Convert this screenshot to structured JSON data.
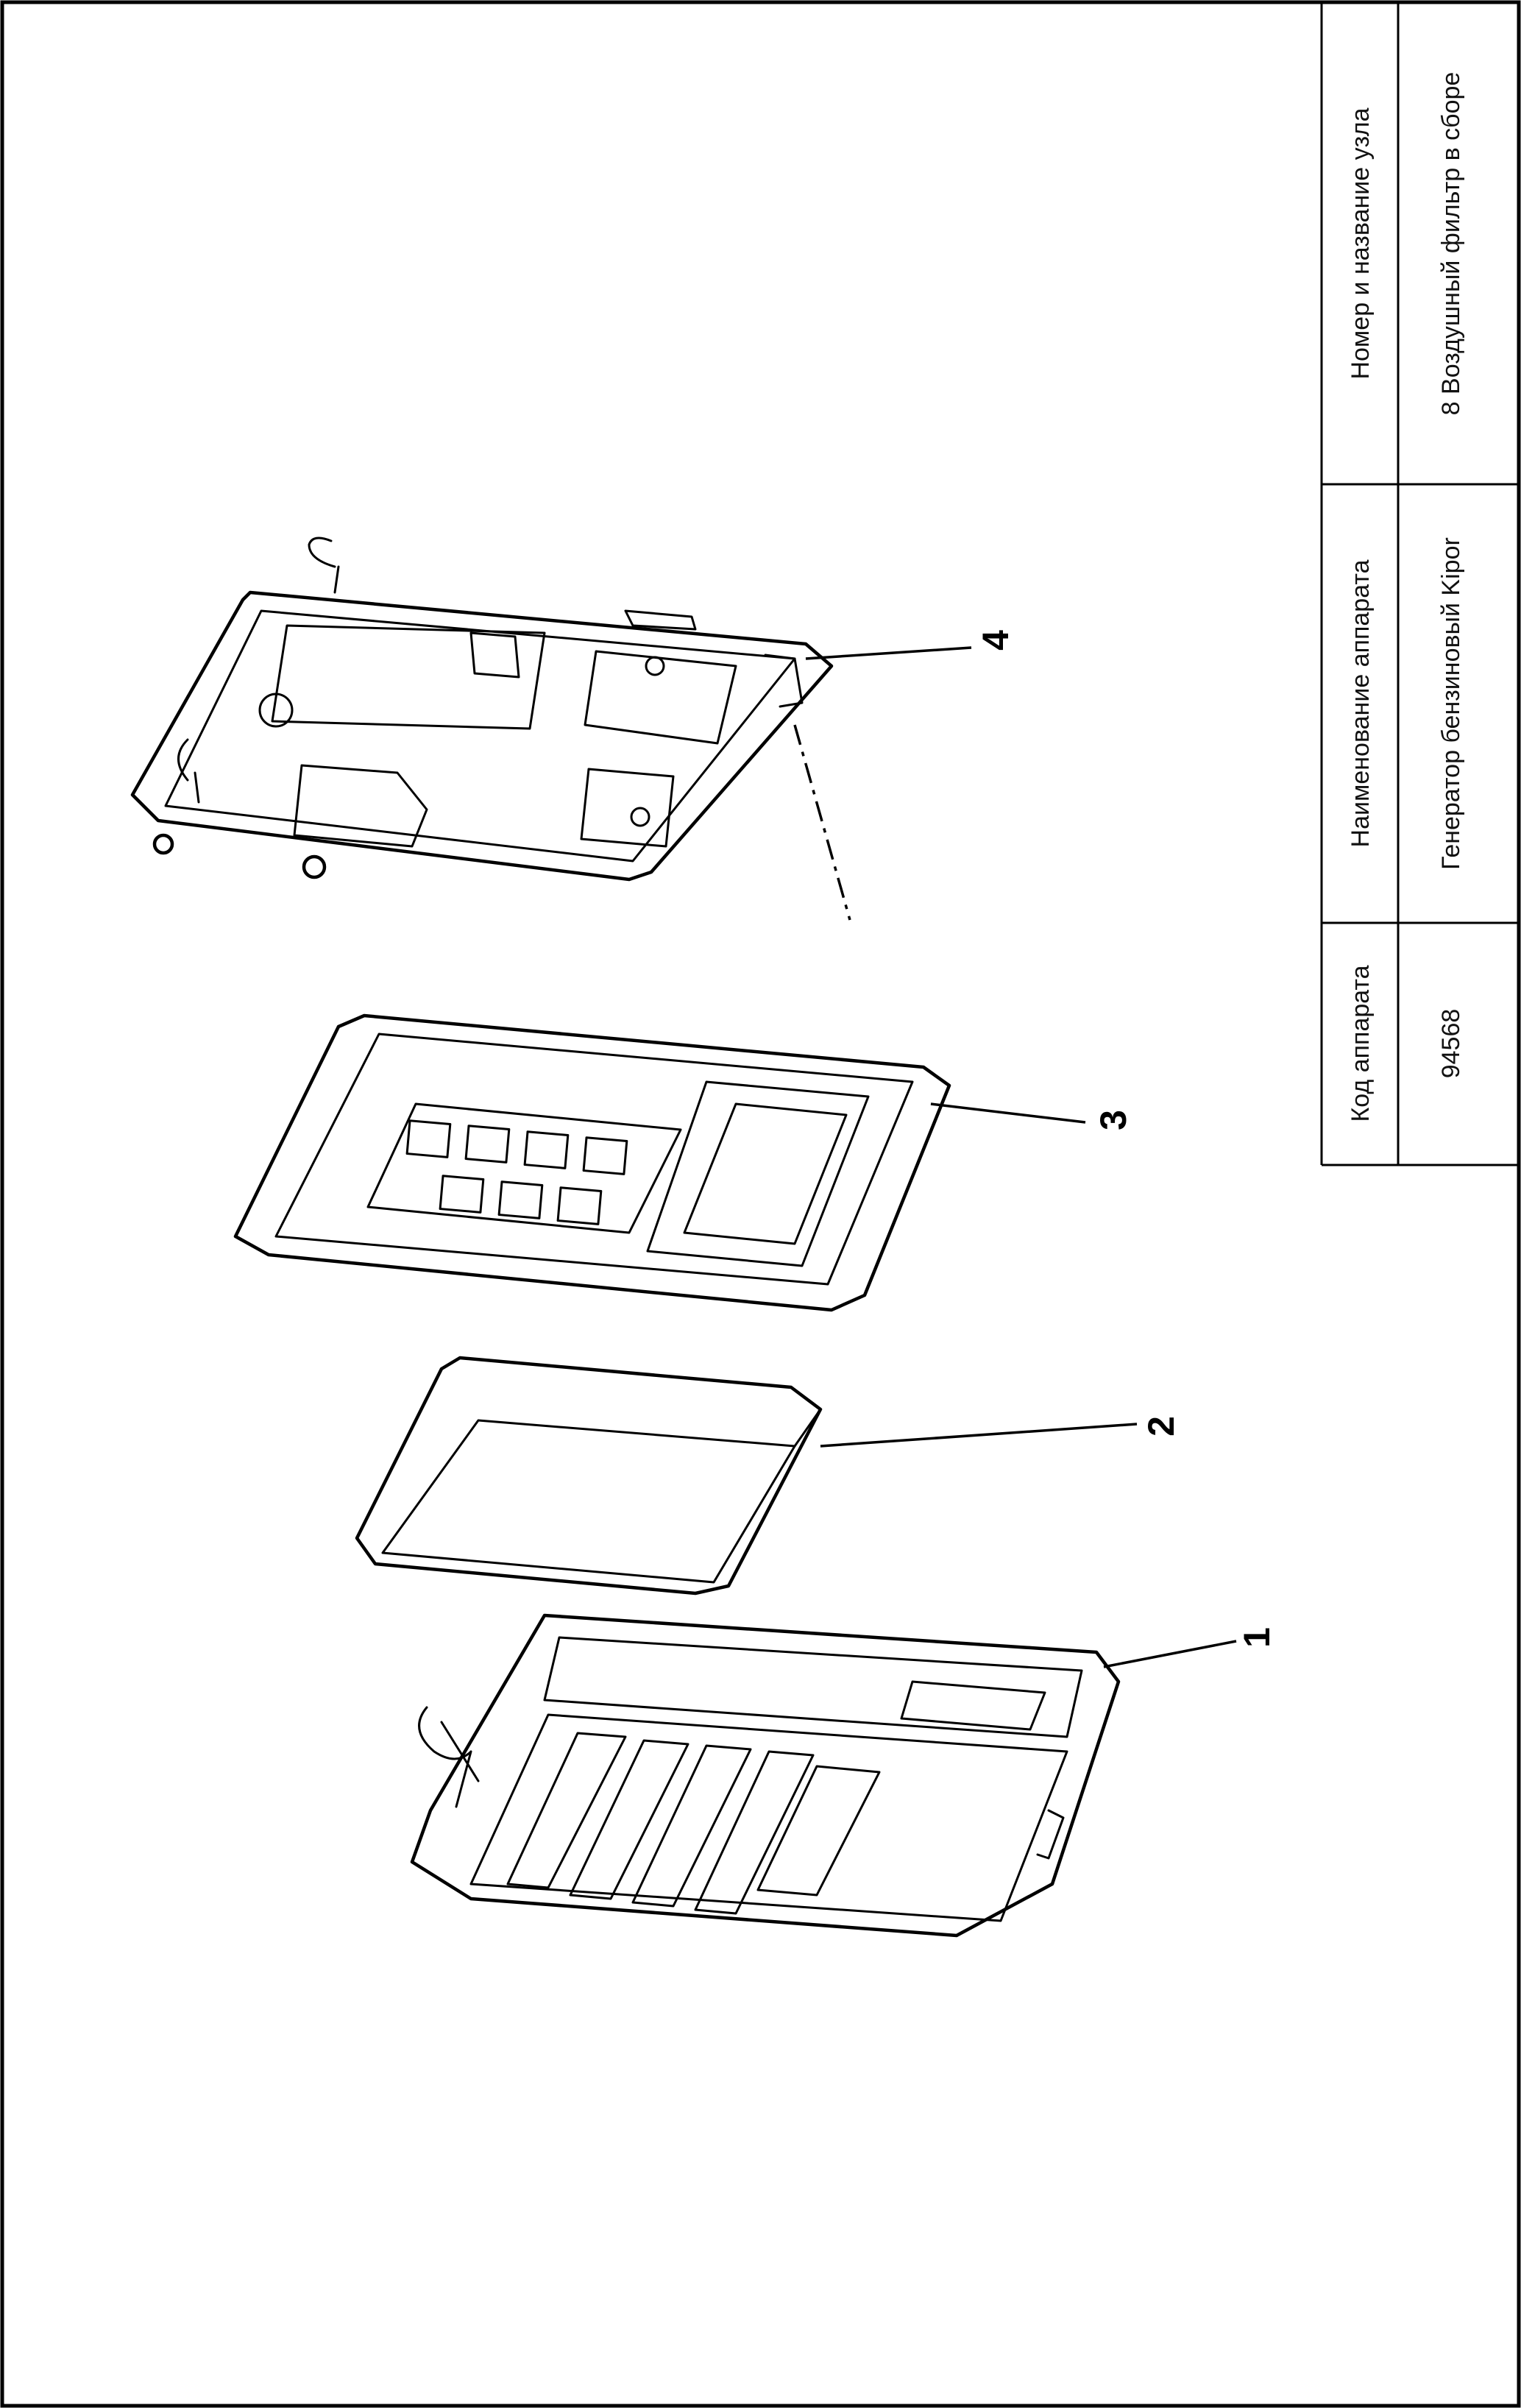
{
  "title_block": {
    "header_code": "Код аппарата",
    "header_device": "Наименование аппарата",
    "header_unit": "Номер и название узла",
    "code": "94568",
    "device": "Генератор бензиновый Kipor",
    "unit": "8 Воздушный фильтр в сборе"
  },
  "callouts": [
    "1",
    "2",
    "3",
    "4"
  ]
}
